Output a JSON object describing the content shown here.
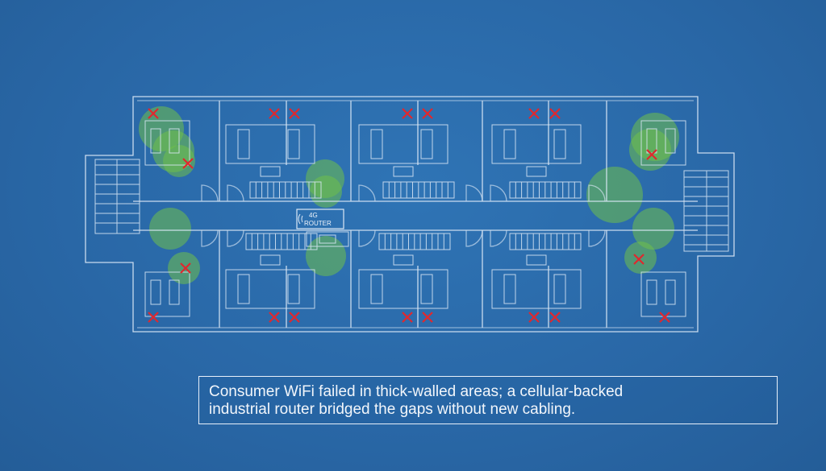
{
  "router": {
    "line1": "4G",
    "line2": "ROUTER"
  },
  "caption": {
    "line1": "Consumer WiFi failed in thick-walled areas; a cellular-backed",
    "line2": "industrial router bridged the gaps without new cabling."
  },
  "colors": {
    "background": "#2a6aa8",
    "line": "#dbe8f6",
    "coverage": "#6fbf4a",
    "dead_zone": "#e0282e"
  }
}
